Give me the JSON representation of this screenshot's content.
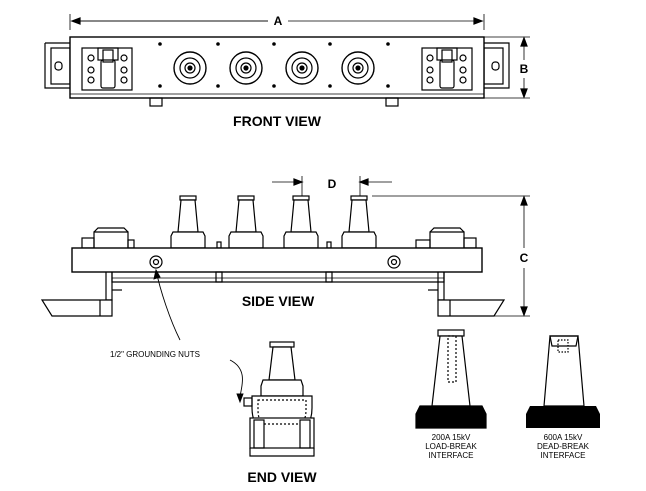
{
  "dimensions": {
    "a": "A",
    "b": "B",
    "c": "C",
    "d": "D"
  },
  "views": {
    "front": "FRONT VIEW",
    "side": "SIDE VIEW",
    "end": "END VIEW"
  },
  "callout": {
    "grounding_nuts": "1/2\" GROUNDING NUTS"
  },
  "interfaces": [
    {
      "line1": "200A 15kV",
      "line2": "LOAD-BREAK",
      "line3": "INTERFACE"
    },
    {
      "line1": "600A 15kV",
      "line2": "DEAD-BREAK",
      "line3": "INTERFACE"
    }
  ]
}
